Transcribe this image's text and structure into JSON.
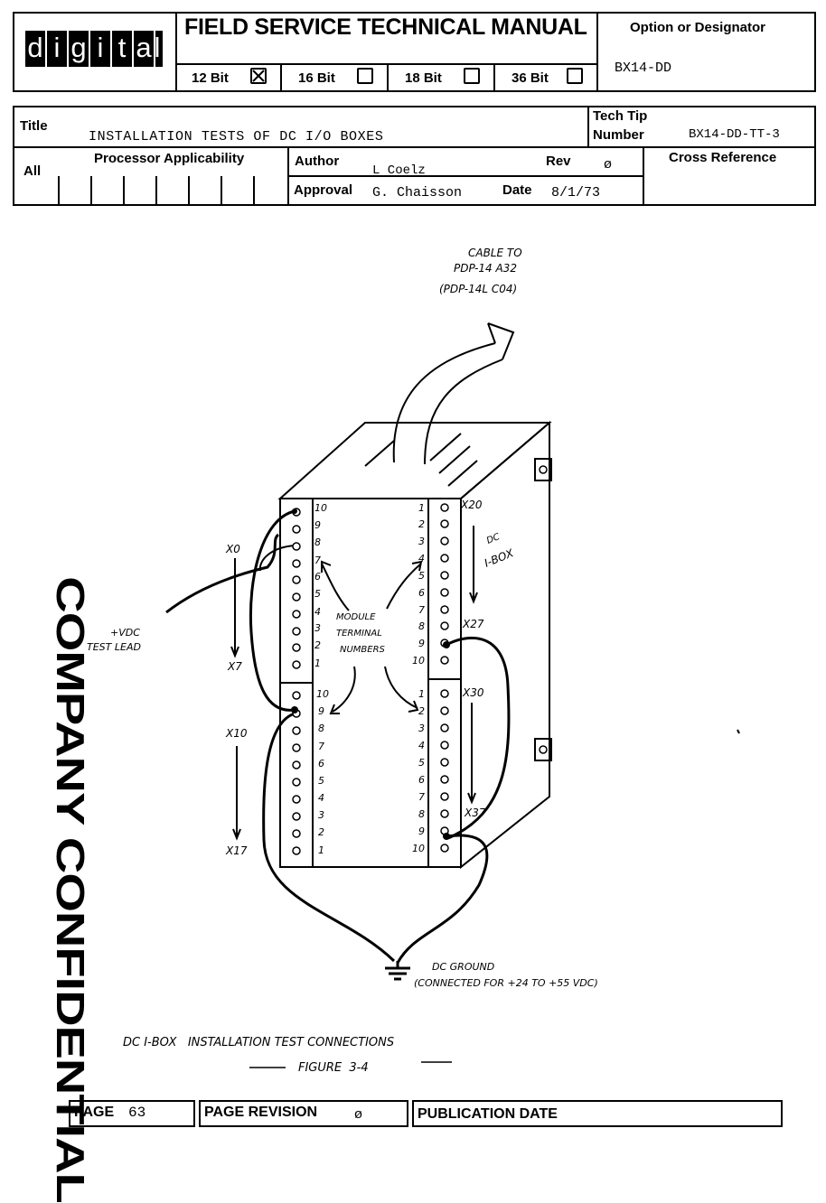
{
  "header": {
    "logo_letters": [
      "d",
      "i",
      "g",
      "i",
      "t",
      "a",
      "l"
    ],
    "manual_title": "FIELD SERVICE TECHNICAL MANUAL",
    "bits": [
      {
        "label": "12 Bit",
        "checked": true
      },
      {
        "label": "16 Bit",
        "checked": false
      },
      {
        "label": "18 Bit",
        "checked": false
      },
      {
        "label": "36 Bit",
        "checked": false
      }
    ],
    "option_label": "Option or Designator",
    "option_value": "BX14-DD"
  },
  "info": {
    "title_label": "Title",
    "title_value": "INSTALLATION TESTS OF DC I/O BOXES",
    "tech_tip_label_1": "Tech Tip",
    "tech_tip_label_2": "Number",
    "tech_tip_value": "BX14-DD-TT-3",
    "all_label": "All",
    "processor_label": "Processor Applicability",
    "author_label": "Author",
    "author_value": "L Coelz",
    "rev_label": "Rev",
    "rev_value": "ø",
    "cross_ref_label": "Cross Reference",
    "approval_label": "Approval",
    "approval_value": "G. Chaisson",
    "date_label": "Date",
    "date_value": "8/1/73"
  },
  "diagram": {
    "cable_line_1": "CABLE TO",
    "cable_line_2": "PDP-14 A32",
    "cable_line_3": "(PDP-14L C04)",
    "box_label_1": "DC",
    "box_label_2": "I-BOX",
    "module_1": "MODULE",
    "module_2": "TERMINAL",
    "module_3": "NUMBERS",
    "vdc_1": "+VDC",
    "vdc_2": "TEST LEAD",
    "ground_1": "DC GROUND",
    "ground_2": "(CONNECTED FOR +24 TO +55 VDC)",
    "x_labels": {
      "x0": "X0",
      "x7": "X7",
      "x10": "X10",
      "x17": "X17",
      "x20": "X20",
      "x27": "X27",
      "x30": "X30",
      "x37": "X37"
    },
    "left_upper_numbers": [
      "10",
      "9",
      "8",
      "7",
      "6",
      "5",
      "4",
      "3",
      "2",
      "1"
    ],
    "left_lower_numbers": [
      "10",
      "9",
      "8",
      "7",
      "6",
      "5",
      "4",
      "3",
      "2",
      "1"
    ],
    "right_upper_numbers": [
      "1",
      "2",
      "3",
      "4",
      "5",
      "6",
      "7",
      "8",
      "9",
      "10"
    ],
    "right_lower_numbers": [
      "1",
      "2",
      "3",
      "4",
      "5",
      "6",
      "7",
      "8",
      "9",
      "10"
    ]
  },
  "caption": {
    "line_1": "DC I-BOX   INSTALLATION TEST CONNECTIONS",
    "line_2": "FIGURE  3-4"
  },
  "watermark": "COMPANY CONFIDENTIAL",
  "footer": {
    "page_label": "PAGE",
    "page_value": "63",
    "revision_label": "PAGE REVISION",
    "revision_value": "ø",
    "publication_label": "PUBLICATION DATE"
  }
}
